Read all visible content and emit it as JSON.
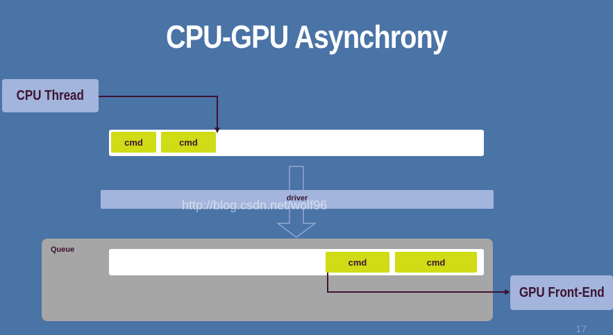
{
  "slide": {
    "title": "CPU-GPU Asynchrony",
    "page_number": "17",
    "watermark": "http://blog.csdn.net/wolf96"
  },
  "cpu_thread": {
    "label": "CPU Thread"
  },
  "cpu_buffer": {
    "commands": [
      "cmd",
      "cmd"
    ]
  },
  "driver": {
    "label": "driver"
  },
  "queue": {
    "label": "Queue",
    "commands": [
      "cmd",
      "cmd"
    ]
  },
  "gpu_front_end": {
    "label": "GPU Front-End"
  },
  "colors": {
    "background": "#4a73a6",
    "label_box": "#a3b5dc",
    "cmd_fill": "#cfdc16",
    "text_dark": "#3d1330",
    "queue_fill": "#a6a6a6",
    "arrow": "#3d1330"
  }
}
